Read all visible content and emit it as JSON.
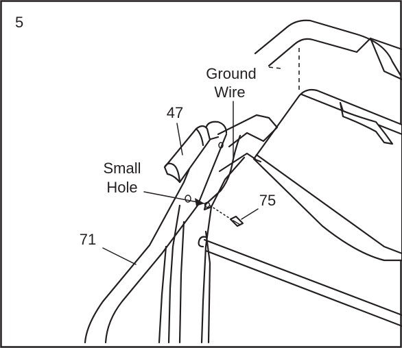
{
  "step_number": "5",
  "labels": {
    "ground_wire_line1": "Ground",
    "ground_wire_line2": "Wire",
    "part_47": "47",
    "small_hole_line1": "Small",
    "small_hole_line2": "Hole",
    "part_75": "75",
    "part_71": "71"
  }
}
